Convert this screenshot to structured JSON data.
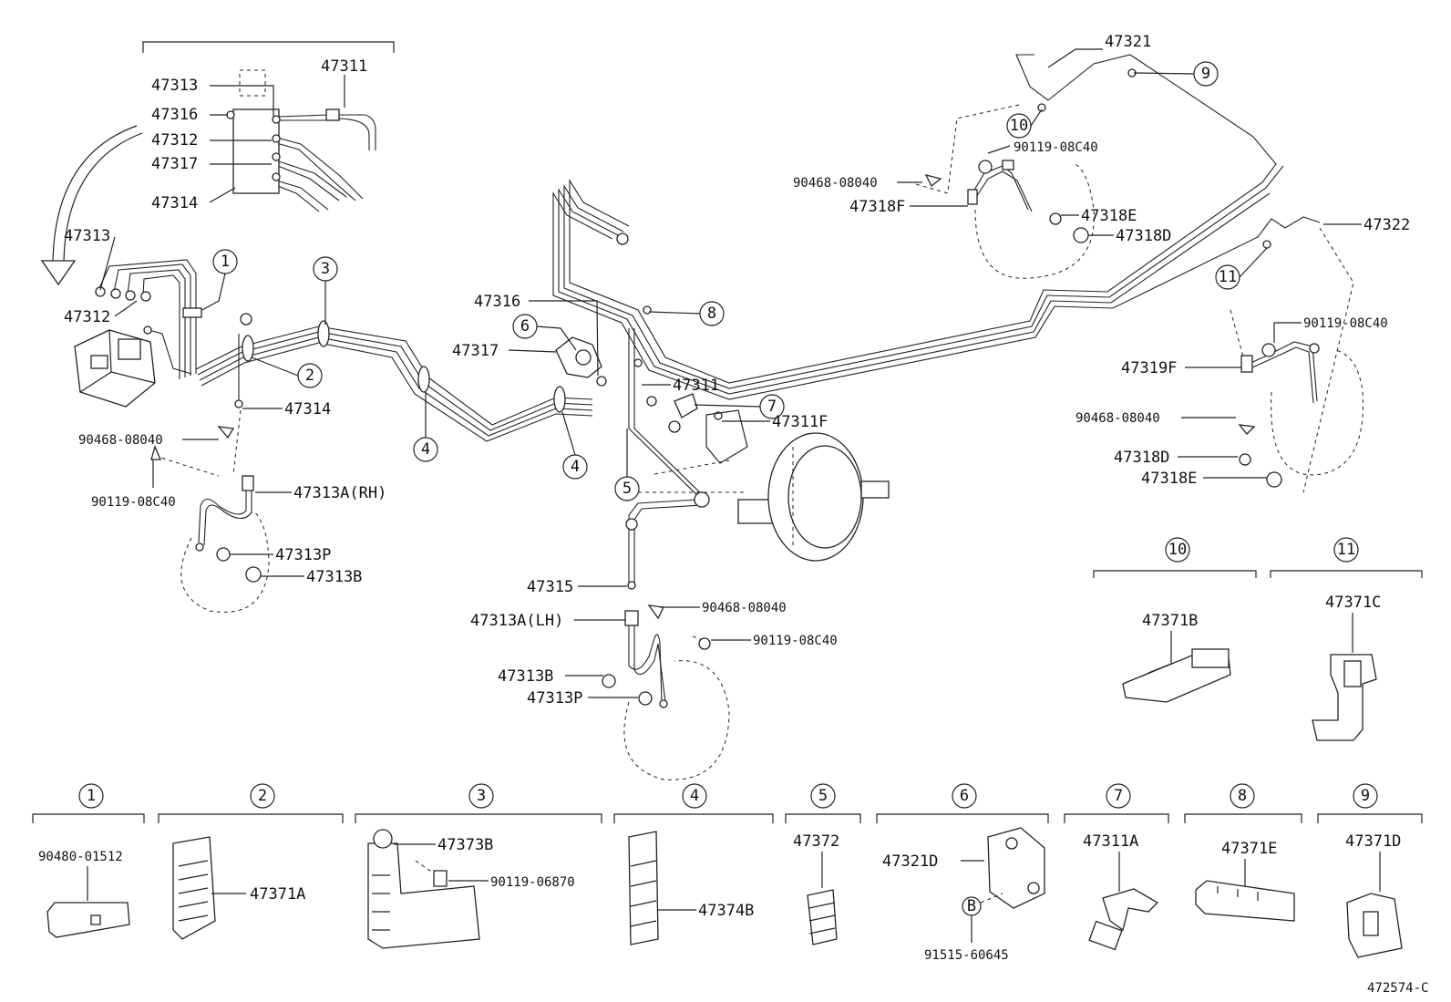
{
  "diagram": {
    "callouts": {
      "c1": "1",
      "c2": "2",
      "c3": "3",
      "c4a": "4",
      "c4b": "4",
      "c5": "5",
      "c6": "6",
      "c7": "7",
      "c8": "8",
      "c9": "9",
      "c10": "10",
      "c11": "11"
    },
    "inset": {
      "p47311": "47311",
      "p47313": "47313",
      "p47316": "47316",
      "p47312": "47312",
      "p47317": "47317",
      "p47314": "47314"
    },
    "front_left": {
      "p47313": "47313",
      "p47312": "47312",
      "p47314": "47314",
      "p90468": "90468-08040",
      "p90119": "90119-08C40",
      "p47313a_rh": "47313A(RH)",
      "p47313p": "47313P",
      "p47313b": "47313B"
    },
    "center": {
      "p47316": "47316",
      "p47317": "47317",
      "p47311": "47311",
      "p47311f": "47311F",
      "p47315": "47315",
      "p90468": "90468-08040",
      "p47313a_lh": "47313A(LH)",
      "p90119": "90119-08C40",
      "p47313b": "47313B",
      "p47313p": "47313P"
    },
    "rear_upper": {
      "p47321": "47321",
      "p90119": "90119-08C40",
      "p90468": "90468-08040",
      "p47318f": "47318F",
      "p47318e": "47318E",
      "p47318d": "47318D"
    },
    "rear_right": {
      "p47322": "47322",
      "p90119": "90119-08C40",
      "p47319f": "47319F",
      "p90468": "90468-08040",
      "p47318d": "47318D",
      "p47318e": "47318E"
    },
    "detail": {
      "d10": "10",
      "d11": "11",
      "p47371b": "47371B",
      "p47371c": "47371C",
      "b1": "1",
      "b2": "2",
      "b3": "3",
      "b4": "4",
      "b5": "5",
      "b6": "6",
      "b7": "7",
      "b8": "8",
      "b9": "9",
      "p90480": "90480-01512",
      "p47371a": "47371A",
      "p47373b": "47373B",
      "p90119_06870": "90119-06870",
      "p47374b": "47374B",
      "p47372": "47372",
      "p47321d": "47321D",
      "bolt_b": "B",
      "p91515": "91515-60645",
      "p47311a": "47311A",
      "p47371e": "47371E",
      "p47371d": "47371D"
    },
    "figure_code": "472574-C"
  }
}
